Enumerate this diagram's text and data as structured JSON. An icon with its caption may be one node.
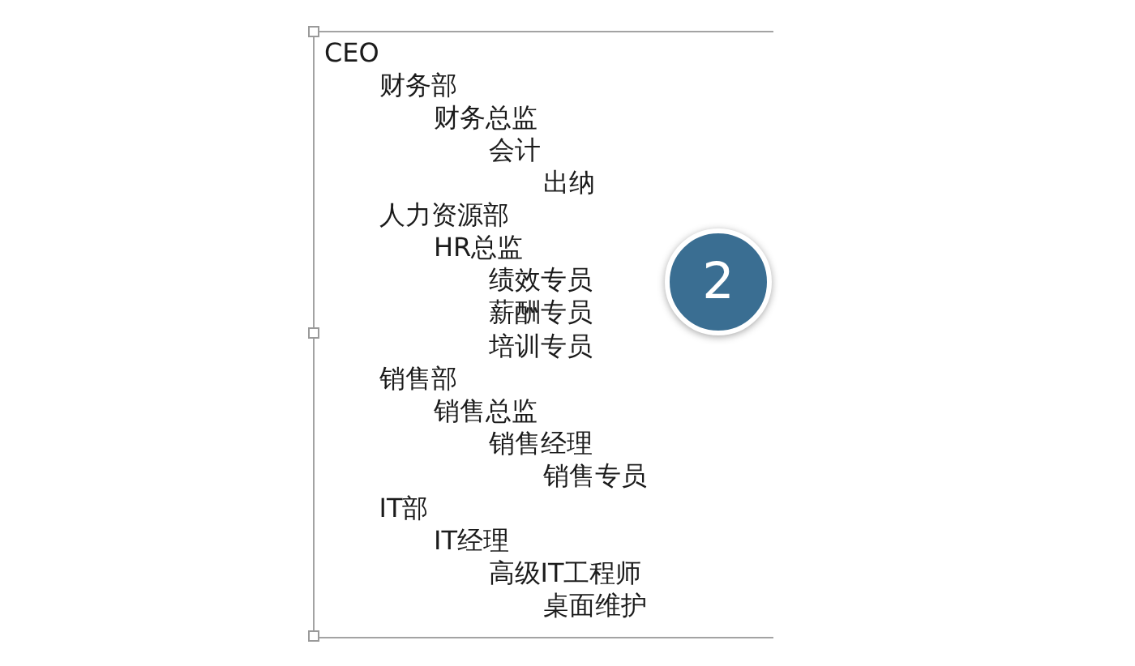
{
  "diagram": {
    "nodes": [
      {
        "text": [
          "CEO",
          "财务部",
          "财务总监",
          "会计",
          "出纳",
          "人力资源部",
          "HR总监",
          "绩效专员",
          "薪酬专员",
          "培训专员",
          "销售部",
          "销售总监",
          "销售经理",
          "销售专员",
          "IT部",
          "IT经理",
          "高级IT工程师",
          "桌面维护"
        ]
      },
      {
        "text": [
          "2"
        ],
        "in": 0
      }
    ]
  }
}
